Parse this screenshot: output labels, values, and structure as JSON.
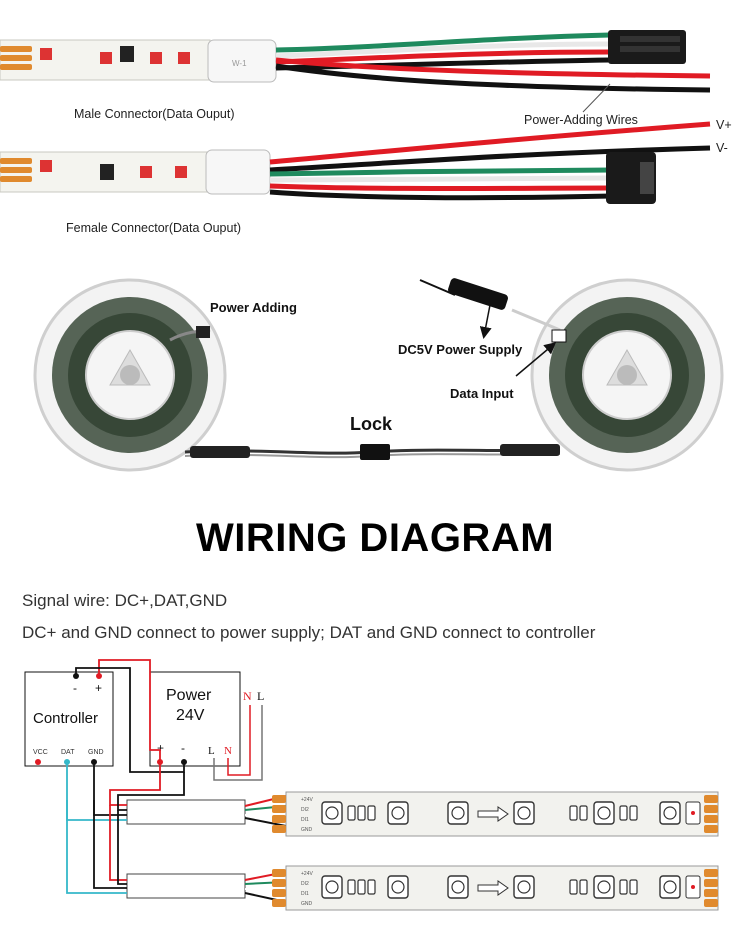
{
  "connectors": {
    "male_label": "Male Connector(Data Ouput)",
    "female_label": "Female Connector(Data Ouput)",
    "power_wires_label": "Power-Adding Wires",
    "v_plus": "V+",
    "v_minus": "V-",
    "sleeve_text": "W-1"
  },
  "reels": {
    "power_adding": "Power Adding",
    "dc5v_supply": "DC5V Power Supply",
    "data_input": "Data Input",
    "lock": "Lock"
  },
  "wiring": {
    "title": "WIRING DIAGRAM",
    "signal_line": "Signal wire: DC+,DAT,GND",
    "connect_line": "DC+ and GND connect to power supply; DAT and GND connect to controller",
    "controller": {
      "label": "Controller",
      "minus": "-",
      "plus": "+",
      "vcc": "VCC",
      "dat": "DAT",
      "gnd": "GND"
    },
    "power": {
      "label_line1": "Power",
      "label_line2": "24V",
      "n_top": "N",
      "l_top": "L",
      "plus": "+",
      "minus": "-",
      "l_bottom": "L",
      "n_bottom": "N"
    },
    "strip_pins": [
      "+24V",
      "DI2",
      "DI1",
      "GND"
    ]
  },
  "colors": {
    "wire_red": "#e01b24",
    "wire_black": "#111111",
    "wire_green": "#1f8a5e",
    "wire_white": "#d8d8d8",
    "wire_cyan": "#35b8c9",
    "pad_copper": "#e08a2e",
    "strip_pcb": "#f2f2ee"
  },
  "icons": {
    "arrow": "arrow-icon",
    "reel": "reel-icon",
    "led": "led-chip-icon"
  }
}
